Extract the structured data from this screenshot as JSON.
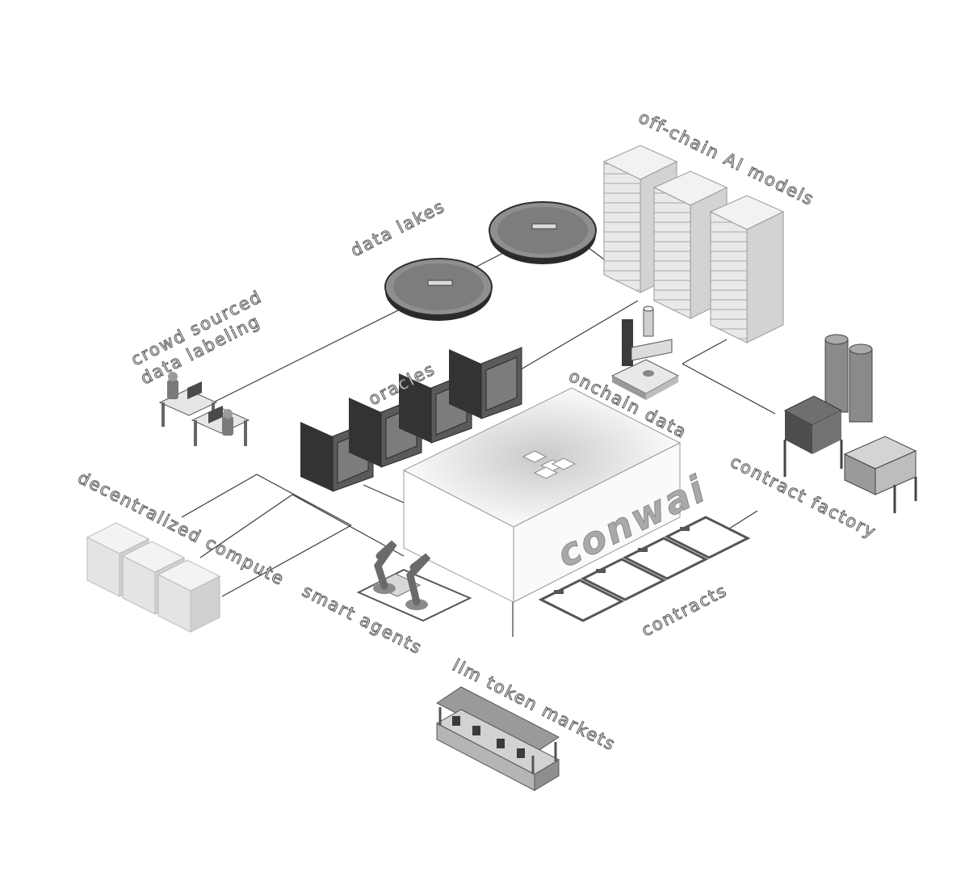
{
  "brand": {
    "name": "conwai"
  },
  "nodes": {
    "off_chain_ai_models": "off-chain AI models",
    "data_lakes": "data lakes",
    "crowd_sourced": "crowd sourced\ndata labeling",
    "oracles": "oracles",
    "onchain_data": "onchain data",
    "contract_factory": "contract factory",
    "decentralized_compute": "decentralized compute",
    "smart_agents": "smart agents",
    "contracts": "contracts",
    "llm_token_markets": "llm token markets"
  },
  "colors": {
    "line": "#3a3a3a",
    "dark": "#3b3b3b",
    "mid": "#8f8f8f",
    "light": "#e4e4e4",
    "label_stroke": "#5e5e5e"
  }
}
